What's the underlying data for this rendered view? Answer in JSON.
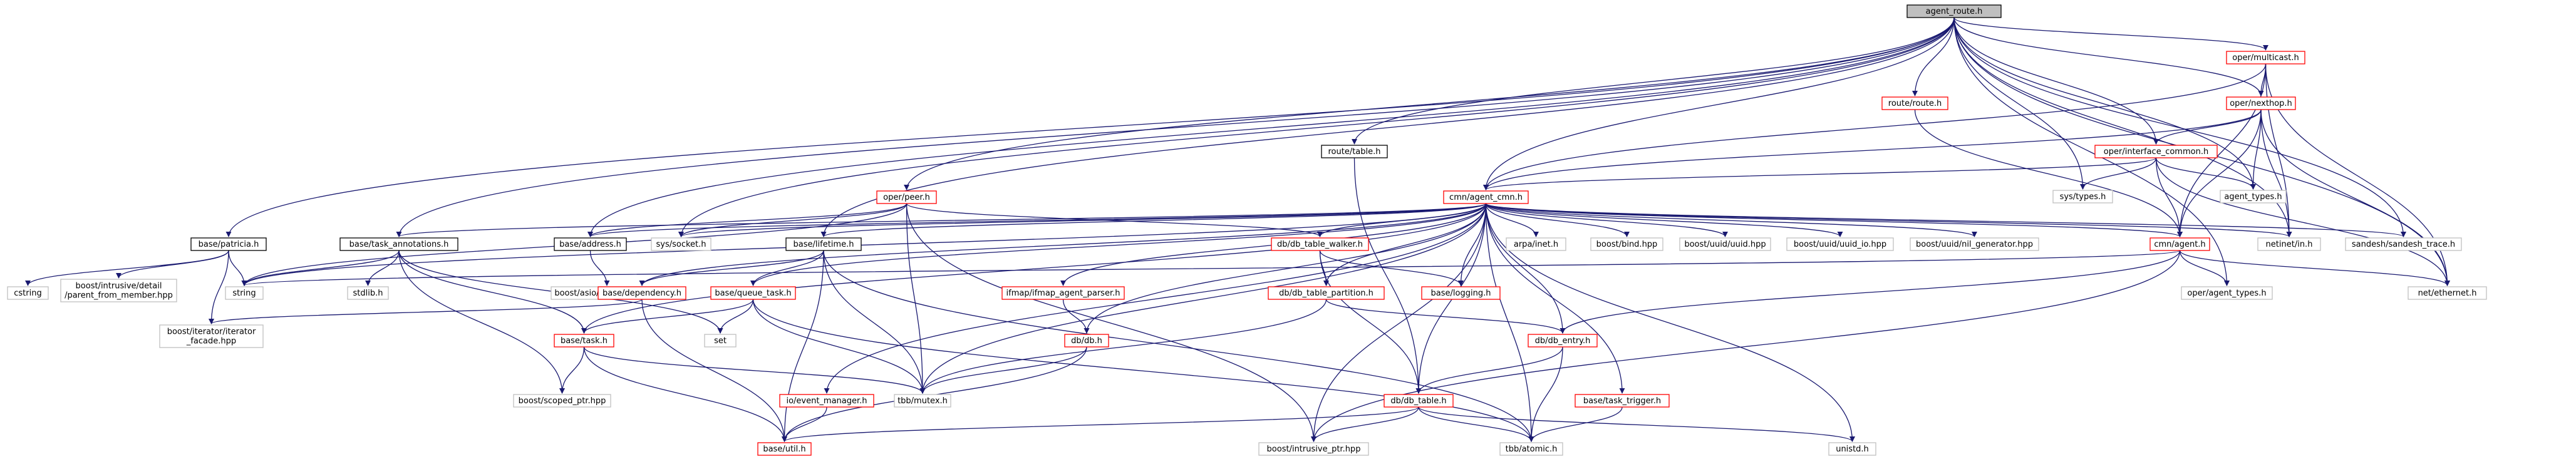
{
  "colors": {
    "edge": "#191970",
    "node_text": "#000000",
    "focus_fill": "#bfbfbf",
    "focus_border": "#000000",
    "documented_border": "#000000",
    "error_border": "#ff0000",
    "external_border": "#bfbfbf",
    "node_fill": "#ffffff"
  },
  "nodes": {
    "agent_route": {
      "label": "agent_route.h",
      "kind": "focus"
    },
    "oper_multicast": {
      "label": "oper/multicast.h",
      "kind": "error"
    },
    "oper_nexthop": {
      "label": "oper/nexthop.h",
      "kind": "error"
    },
    "route_route": {
      "label": "route/route.h",
      "kind": "error"
    },
    "oper_interface_common": {
      "label": "oper/interface_common.h",
      "kind": "error"
    },
    "route_table": {
      "label": "route/table.h",
      "kind": "documented"
    },
    "oper_peer": {
      "label": "oper/peer.h",
      "kind": "error"
    },
    "cmn_agent_cmn": {
      "label": "cmn/agent_cmn.h",
      "kind": "error"
    },
    "sys_types": {
      "label": "sys/types.h",
      "kind": "external"
    },
    "agent_types": {
      "label": "agent_types.h",
      "kind": "external"
    },
    "base_patricia": {
      "label": "base/patricia.h",
      "kind": "documented"
    },
    "base_task_annotations": {
      "label": "base/task_annotations.h",
      "kind": "documented"
    },
    "base_address": {
      "label": "base/address.h",
      "kind": "documented"
    },
    "sys_socket": {
      "label": "sys/socket.h",
      "kind": "external"
    },
    "base_lifetime": {
      "label": "base/lifetime.h",
      "kind": "documented"
    },
    "db_table_walker": {
      "label": "db/db_table_walker.h",
      "kind": "error"
    },
    "arpa_inet": {
      "label": "arpa/inet.h",
      "kind": "external"
    },
    "boost_bind": {
      "label": "boost/bind.hpp",
      "kind": "external"
    },
    "boost_uuid": {
      "label": "boost/uuid/uuid.hpp",
      "kind": "external"
    },
    "boost_uuid_io": {
      "label": "boost/uuid/uuid_io.hpp",
      "kind": "external"
    },
    "boost_uuid_gen": {
      "label": "boost/uuid/nil_generator.hpp",
      "kind": "external"
    },
    "cmn_agent": {
      "label": "cmn/agent.h",
      "kind": "error"
    },
    "netinet_in": {
      "label": "netinet/in.h",
      "kind": "external"
    },
    "sandesh_trace": {
      "label": "sandesh/sandesh_trace.h",
      "kind": "external"
    },
    "cstring": {
      "label": "cstring",
      "kind": "external"
    },
    "boost_parent_from_member": {
      "label": "boost/intrusive/detail\n/parent_from_member.hpp",
      "kind": "external"
    },
    "string": {
      "label": "string",
      "kind": "external"
    },
    "boost_iterator_facade": {
      "label": "boost/iterator/iterator\n_facade.hpp",
      "kind": "external"
    },
    "stdlib": {
      "label": "stdlib.h",
      "kind": "external"
    },
    "set": {
      "label": "set",
      "kind": "external"
    },
    "boost_scoped_ptr": {
      "label": "boost/scoped_ptr.hpp",
      "kind": "external"
    },
    "boost_asio_ip_address": {
      "label": "boost/asio/ip/address.hpp",
      "kind": "external"
    },
    "base_dependency": {
      "label": "base/dependency.h",
      "kind": "error"
    },
    "base_queue_task": {
      "label": "base/queue_task.h",
      "kind": "error"
    },
    "base_task": {
      "label": "base/task.h",
      "kind": "error"
    },
    "tbb_mutex": {
      "label": "tbb/mutex.h",
      "kind": "external"
    },
    "ifmap_agent_parser": {
      "label": "ifmap/ifmap_agent_parser.h",
      "kind": "error"
    },
    "db_db": {
      "label": "db/db.h",
      "kind": "error"
    },
    "db_table_partition": {
      "label": "db/db_table_partition.h",
      "kind": "error"
    },
    "base_logging": {
      "label": "base/logging.h",
      "kind": "error"
    },
    "db_entry": {
      "label": "db/db_entry.h",
      "kind": "error"
    },
    "db_table": {
      "label": "db/db_table.h",
      "kind": "error"
    },
    "io_event_manager": {
      "label": "io/event_manager.h",
      "kind": "error"
    },
    "base_util": {
      "label": "base/util.h",
      "kind": "error"
    },
    "boost_intrusive_ptr": {
      "label": "boost/intrusive_ptr.hpp",
      "kind": "external"
    },
    "tbb_atomic": {
      "label": "tbb/atomic.h",
      "kind": "external"
    },
    "base_task_trigger": {
      "label": "base/task_trigger.h",
      "kind": "error"
    },
    "unistd": {
      "label": "unistd.h",
      "kind": "external"
    },
    "oper_agent_types": {
      "label": "oper/agent_types.h",
      "kind": "external"
    },
    "net_ethernet": {
      "label": "net/ethernet.h",
      "kind": "external"
    }
  },
  "edges": [
    [
      "agent_route",
      "oper_multicast"
    ],
    [
      "agent_route",
      "oper_nexthop"
    ],
    [
      "agent_route",
      "route_route"
    ],
    [
      "agent_route",
      "oper_interface_common"
    ],
    [
      "agent_route",
      "route_table"
    ],
    [
      "agent_route",
      "oper_peer"
    ],
    [
      "agent_route",
      "cmn_agent_cmn"
    ],
    [
      "agent_route",
      "sys_types"
    ],
    [
      "agent_route",
      "agent_types"
    ],
    [
      "agent_route",
      "base_patricia"
    ],
    [
      "agent_route",
      "base_task_annotations"
    ],
    [
      "agent_route",
      "base_address"
    ],
    [
      "agent_route",
      "sys_socket"
    ],
    [
      "agent_route",
      "base_lifetime"
    ],
    [
      "agent_route",
      "netinet_in"
    ],
    [
      "agent_route",
      "sandesh_trace"
    ],
    [
      "agent_route",
      "net_ethernet"
    ],
    [
      "agent_route",
      "oper_agent_types"
    ],
    [
      "oper_multicast",
      "oper_nexthop"
    ],
    [
      "oper_multicast",
      "cmn_agent_cmn"
    ],
    [
      "oper_multicast",
      "netinet_in"
    ],
    [
      "oper_multicast",
      "net_ethernet"
    ],
    [
      "oper_multicast",
      "cmn_agent"
    ],
    [
      "oper_nexthop",
      "oper_interface_common"
    ],
    [
      "oper_nexthop",
      "cmn_agent_cmn"
    ],
    [
      "oper_nexthop",
      "agent_types"
    ],
    [
      "oper_nexthop",
      "netinet_in"
    ],
    [
      "oper_nexthop",
      "net_ethernet"
    ],
    [
      "oper_nexthop",
      "cmn_agent"
    ],
    [
      "route_route",
      "cmn_agent"
    ],
    [
      "oper_interface_common",
      "cmn_agent_cmn"
    ],
    [
      "oper_interface_common",
      "sys_types"
    ],
    [
      "oper_interface_common",
      "agent_types"
    ],
    [
      "oper_interface_common",
      "cmn_agent"
    ],
    [
      "oper_interface_common",
      "net_ethernet"
    ],
    [
      "route_table",
      "db_table"
    ],
    [
      "oper_peer",
      "string"
    ],
    [
      "oper_peer",
      "base_address"
    ],
    [
      "oper_peer",
      "db_table_walker"
    ],
    [
      "oper_peer",
      "tbb_mutex"
    ],
    [
      "oper_peer",
      "boost_intrusive_ptr"
    ],
    [
      "oper_peer",
      "sys_socket"
    ],
    [
      "cmn_agent_cmn",
      "base_task_annotations"
    ],
    [
      "cmn_agent_cmn",
      "base_address"
    ],
    [
      "cmn_agent_cmn",
      "sys_socket"
    ],
    [
      "cmn_agent_cmn",
      "base_lifetime"
    ],
    [
      "cmn_agent_cmn",
      "db_table_walker"
    ],
    [
      "cmn_agent_cmn",
      "arpa_inet"
    ],
    [
      "cmn_agent_cmn",
      "boost_bind"
    ],
    [
      "cmn_agent_cmn",
      "boost_uuid"
    ],
    [
      "cmn_agent_cmn",
      "boost_uuid_io"
    ],
    [
      "cmn_agent_cmn",
      "boost_uuid_gen"
    ],
    [
      "cmn_agent_cmn",
      "cmn_agent"
    ],
    [
      "cmn_agent_cmn",
      "netinet_in"
    ],
    [
      "cmn_agent_cmn",
      "sandesh_trace"
    ],
    [
      "cmn_agent_cmn",
      "base_dependency"
    ],
    [
      "cmn_agent_cmn",
      "base_task"
    ],
    [
      "cmn_agent_cmn",
      "tbb_mutex"
    ],
    [
      "cmn_agent_cmn",
      "ifmap_agent_parser"
    ],
    [
      "cmn_agent_cmn",
      "db_db"
    ],
    [
      "cmn_agent_cmn",
      "db_table_partition"
    ],
    [
      "cmn_agent_cmn",
      "base_logging"
    ],
    [
      "cmn_agent_cmn",
      "db_entry"
    ],
    [
      "cmn_agent_cmn",
      "db_table"
    ],
    [
      "cmn_agent_cmn",
      "io_event_manager"
    ],
    [
      "cmn_agent_cmn",
      "boost_intrusive_ptr"
    ],
    [
      "cmn_agent_cmn",
      "tbb_atomic"
    ],
    [
      "cmn_agent_cmn",
      "base_task_trigger"
    ],
    [
      "cmn_agent_cmn",
      "unistd"
    ],
    [
      "cmn_agent_cmn",
      "string"
    ],
    [
      "cmn_agent_cmn",
      "base_queue_task"
    ],
    [
      "base_patricia",
      "cstring"
    ],
    [
      "base_patricia",
      "boost_parent_from_member"
    ],
    [
      "base_patricia",
      "string"
    ],
    [
      "base_patricia",
      "boost_iterator_facade"
    ],
    [
      "base_task_annotations",
      "string"
    ],
    [
      "base_task_annotations",
      "stdlib"
    ],
    [
      "base_task_annotations",
      "set"
    ],
    [
      "base_task_annotations",
      "base_task"
    ],
    [
      "base_task_annotations",
      "boost_scoped_ptr"
    ],
    [
      "base_address",
      "boost_asio_ip_address"
    ],
    [
      "base_lifetime",
      "base_dependency"
    ],
    [
      "base_lifetime",
      "base_queue_task"
    ],
    [
      "base_lifetime",
      "tbb_mutex"
    ],
    [
      "base_lifetime",
      "tbb_atomic"
    ],
    [
      "base_lifetime",
      "base_util"
    ],
    [
      "db_table_walker",
      "db_table_partition"
    ],
    [
      "db_table_walker",
      "base_logging"
    ],
    [
      "db_table_walker",
      "db_table"
    ],
    [
      "cmn_agent",
      "string"
    ],
    [
      "cmn_agent",
      "oper_agent_types"
    ],
    [
      "cmn_agent",
      "net_ethernet"
    ],
    [
      "cmn_agent",
      "db_entry"
    ],
    [
      "cmn_agent",
      "boost_intrusive_ptr"
    ],
    [
      "base_dependency",
      "boost_iterator_facade"
    ],
    [
      "base_dependency",
      "base_util"
    ],
    [
      "base_queue_task",
      "set"
    ],
    [
      "base_queue_task",
      "base_task"
    ],
    [
      "base_queue_task",
      "tbb_mutex"
    ],
    [
      "base_queue_task",
      "tbb_atomic"
    ],
    [
      "base_task",
      "boost_scoped_ptr"
    ],
    [
      "base_task",
      "tbb_mutex"
    ],
    [
      "base_task",
      "base_util"
    ],
    [
      "ifmap_agent_parser",
      "db_db"
    ],
    [
      "db_db",
      "tbb_mutex"
    ],
    [
      "db_db",
      "base_util"
    ],
    [
      "db_table_partition",
      "tbb_mutex"
    ],
    [
      "db_table_partition",
      "db_entry"
    ],
    [
      "db_entry",
      "db_table"
    ],
    [
      "db_entry",
      "tbb_atomic"
    ],
    [
      "db_table",
      "base_util"
    ],
    [
      "db_table",
      "boost_intrusive_ptr"
    ],
    [
      "db_table",
      "tbb_atomic"
    ],
    [
      "db_table",
      "unistd"
    ],
    [
      "io_event_manager",
      "base_util"
    ],
    [
      "base_task_trigger",
      "tbb_atomic"
    ]
  ]
}
